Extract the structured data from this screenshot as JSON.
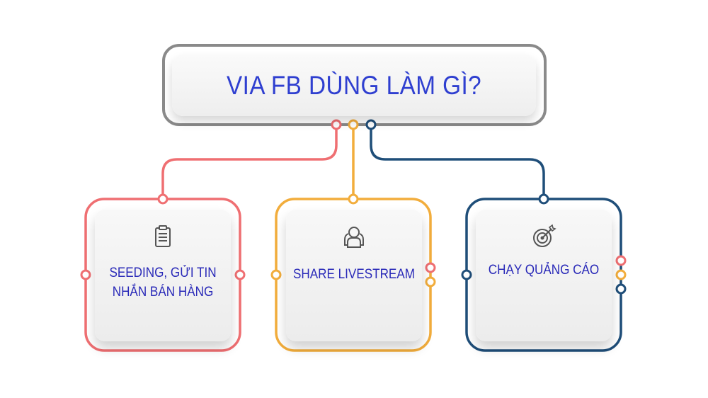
{
  "title": "VIA FB DÙNG LÀM GÌ?",
  "colors": {
    "title_text": "#2f3fd0",
    "label_text": "#2929b8",
    "frame_gray": "#8a8a8a",
    "red": "#ef6f72",
    "orange": "#f2ad3c",
    "navy": "#1f4e79"
  },
  "cards": [
    {
      "icon": "clipboard-icon",
      "color": "red",
      "lines": [
        "SEEDING, GỬI TIN",
        "NHẮN BÁN HÀNG"
      ]
    },
    {
      "icon": "user-group-icon",
      "color": "orange",
      "lines": [
        "SHARE LIVESTREAM"
      ]
    },
    {
      "icon": "target-icon",
      "color": "navy",
      "lines": [
        "CHẠY QUẢNG CÁO"
      ]
    }
  ]
}
